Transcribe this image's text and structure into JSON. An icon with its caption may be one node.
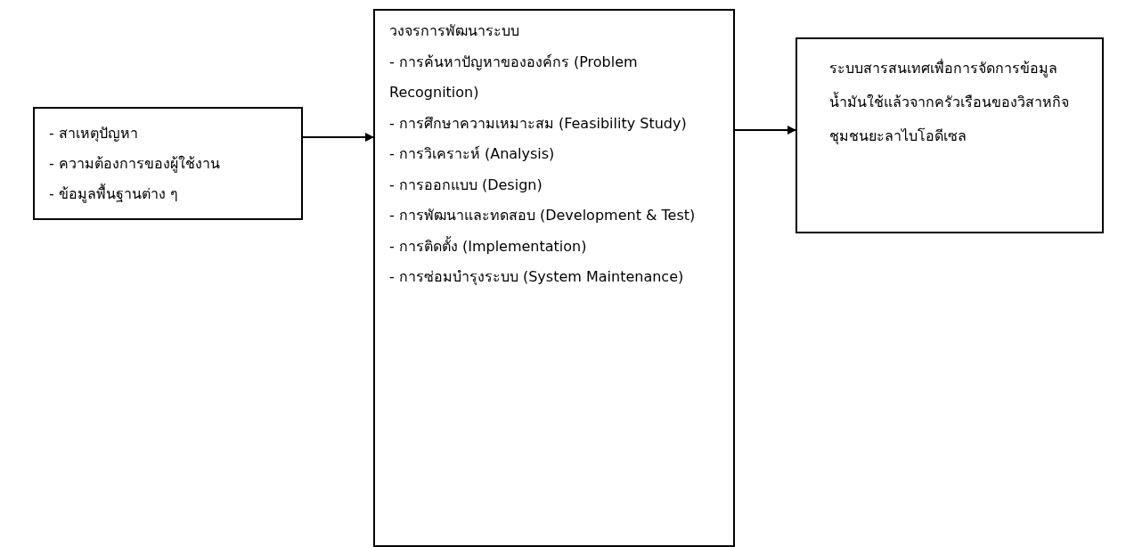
{
  "diagram": {
    "nodes": [
      {
        "text": [
          "- สาเหตุปัญหา",
          "- ความต้องการของผู้ใช้งาน",
          "- ข้อมูลพื้นฐานต่าง ๆ"
        ]
      },
      {
        "text": [
          "วงจรการพัฒนาระบบ",
          "- การค้นหาปัญหาขององค์กร (Problem Recognition)",
          "- การศึกษาความเหมาะสม (Feasibility Study)",
          "- การวิเคราะห์ (Analysis)",
          "- การออกแบบ (Design)",
          "- การพัฒนาและทดสอบ (Development & Test)",
          "- การติดตั้ง (Implementation)",
          "- การซ่อมบำรุงระบบ (System Maintenance)"
        ]
      },
      {
        "text": [
          "ระบบสารสนเทศเพื่อการจัดการข้อมูลน้ำมันใช้แล้วจากครัวเรือนของวิสาหกิจชุมชนยะลาไบโอดีเซล"
        ]
      }
    ],
    "edges": [
      {
        "from": 0,
        "to": 1,
        "arrow": "to"
      },
      {
        "from": 1,
        "to": 2,
        "arrow": "to"
      }
    ]
  }
}
